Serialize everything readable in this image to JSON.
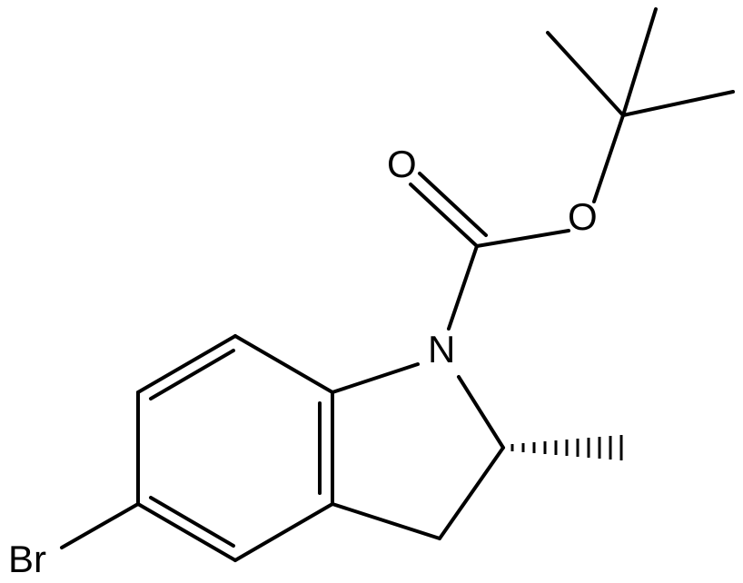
{
  "atoms": {
    "carbonyl_oxygen": "O",
    "ester_oxygen": "O",
    "nitrogen": "N",
    "bromine": "Br"
  },
  "colors": {
    "bond": "#000000",
    "label": "#000000",
    "background": "#ffffff"
  }
}
